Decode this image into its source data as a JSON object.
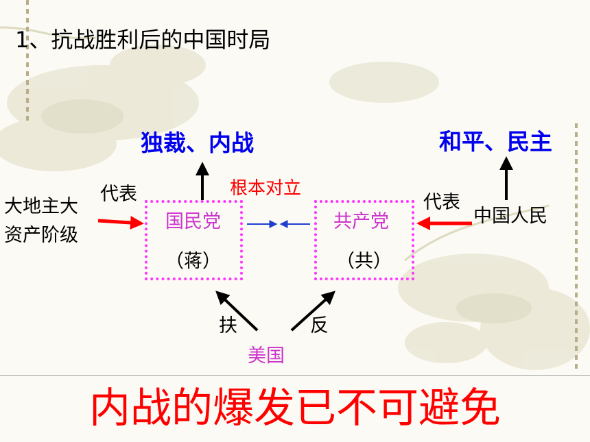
{
  "slide": {
    "title": "1、抗战胜利后的中国时局",
    "left_goal": "独裁、内战",
    "right_goal": "和平、民主",
    "conflict_label": "根本对立",
    "left_class_line1": "大地主大",
    "left_class_line2": "资产阶级",
    "left_represent": "代表",
    "right_represent": "代表",
    "right_class": "中国人民",
    "kmt_name": "国民党",
    "kmt_short": "（蒋）",
    "cpc_name": "共产党",
    "cpc_short": "（共）",
    "usa": "美国",
    "support": "扶",
    "oppose": "反",
    "conclusion": "内战的爆发已不可避免"
  },
  "colors": {
    "title": "#000000",
    "goal_text": "#0000ee",
    "accent_red": "#ff0000",
    "party_text": "#cc33cc",
    "box_border": "#ff33ff",
    "mid_arrows": "#1f3fcf"
  }
}
